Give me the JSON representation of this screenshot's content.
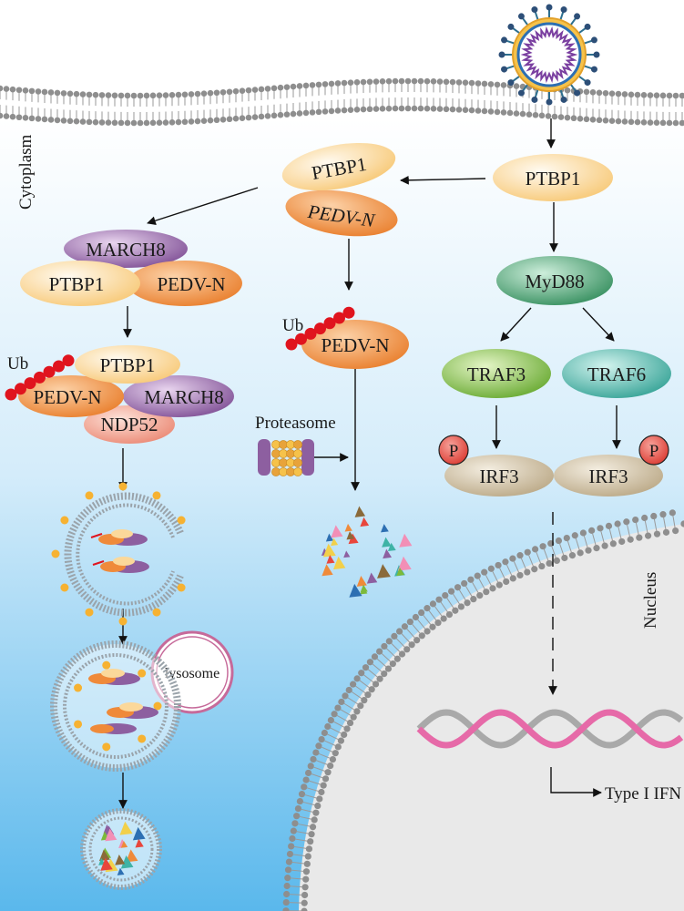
{
  "labels": {
    "cytoplasm": "Cytoplasm",
    "nucleus": "Nucleus",
    "lysosome": "lysosome",
    "proteasome": "Proteasome",
    "ub": "Ub",
    "type_i_ifn": "Type I IFN",
    "phospho": "P"
  },
  "proteins": {
    "ptbp1": "PTBP1",
    "pedv_n": "PEDV-N",
    "march8": "MARCH8",
    "ndp52": "NDP52",
    "myd88": "MyD88",
    "traf3": "TRAF3",
    "traf6": "TRAF6",
    "irf3": "IRF3"
  },
  "colors": {
    "ptbp1": "#fbd89a",
    "pedv_n": "#ef8a3a",
    "march8": "#8d5fa0",
    "ndp52": "#f2a08c",
    "myd88": "#3f9a6a",
    "traf3": "#7cba3a",
    "traf6": "#3fb3a6",
    "irf3": "#c9b99a",
    "phospho": "#e8463c",
    "ubiquitin": "#e0141e"
  }
}
